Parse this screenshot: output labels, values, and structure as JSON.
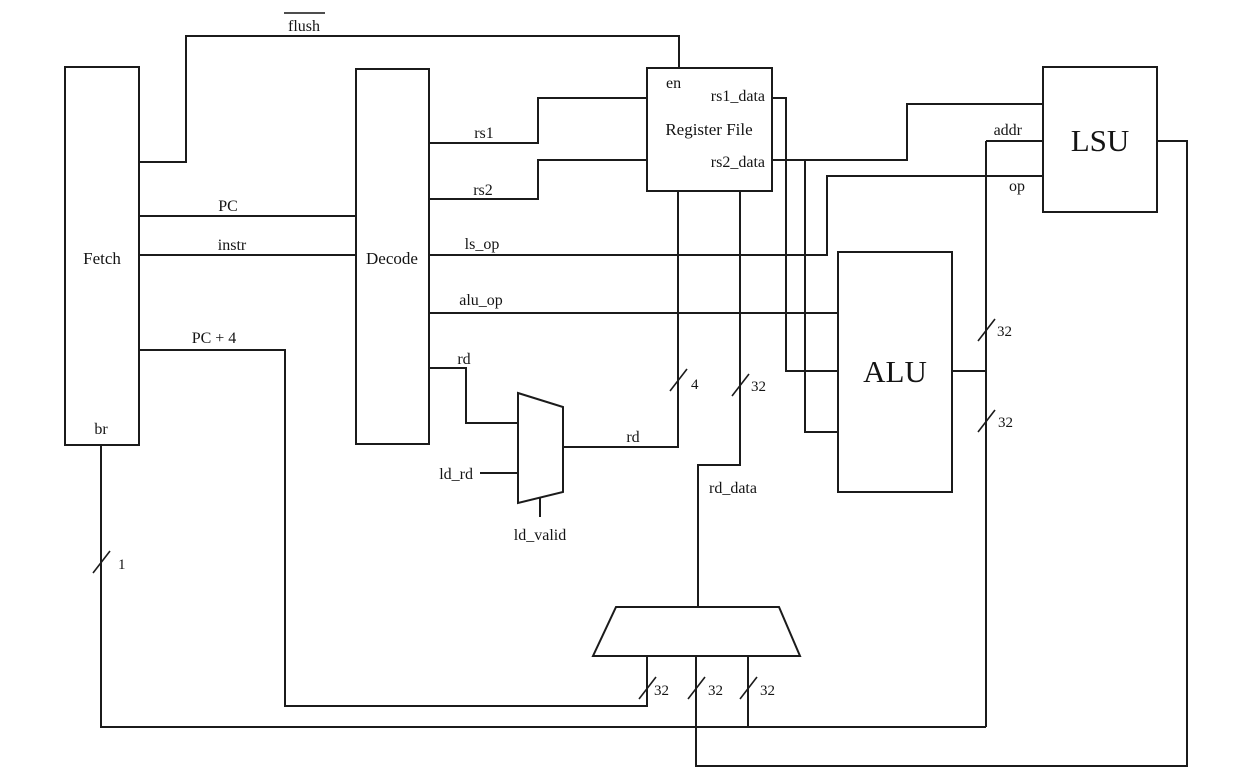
{
  "blocks": {
    "fetch": {
      "label": "Fetch",
      "port_br": "br"
    },
    "decode": {
      "label": "Decode"
    },
    "register_file": {
      "label": "Register File",
      "port_en": "en",
      "port_rs1_data": "rs1_data",
      "port_rs2_data": "rs2_data"
    },
    "alu": {
      "label": "ALU"
    },
    "lsu": {
      "label": "LSU",
      "port_addr": "addr",
      "port_op": "op"
    }
  },
  "signals": {
    "flush": "flush",
    "pc": "PC",
    "instr": "instr",
    "pc_plus_4": "PC + 4",
    "rs1": "rs1",
    "rs2": "rs2",
    "ls_op": "ls_op",
    "alu_op": "alu_op",
    "rd": "rd",
    "ld_rd": "ld_rd",
    "ld_valid": "ld_valid",
    "rd_mux_out": "rd",
    "rd_data": "rd_data"
  },
  "bus_widths": {
    "br": "1",
    "rd_wr": "4",
    "rd_data": "32",
    "alu_addr": "32",
    "alu_wb": "32",
    "wb_pc4": "32",
    "wb_ld": "32",
    "wb_alu": "32"
  },
  "colors": {
    "line": "#1b1b1b",
    "text": "#141414",
    "background": "#ffffff"
  }
}
